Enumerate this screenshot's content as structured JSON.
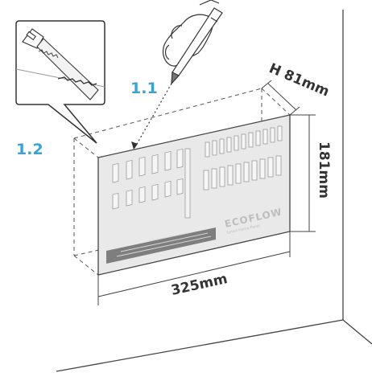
{
  "steps": {
    "mark": "1.1",
    "cut": "1.2"
  },
  "dimensions": {
    "depth": "H 81mm",
    "height": "181mm",
    "width": "325mm"
  },
  "panel": {
    "brand": "ECOFLOW",
    "product": "Smart Home Panel"
  },
  "colors": {
    "accent": "#3aa3d6",
    "line": "#444444",
    "panel_fill": "#e9e9e9"
  }
}
